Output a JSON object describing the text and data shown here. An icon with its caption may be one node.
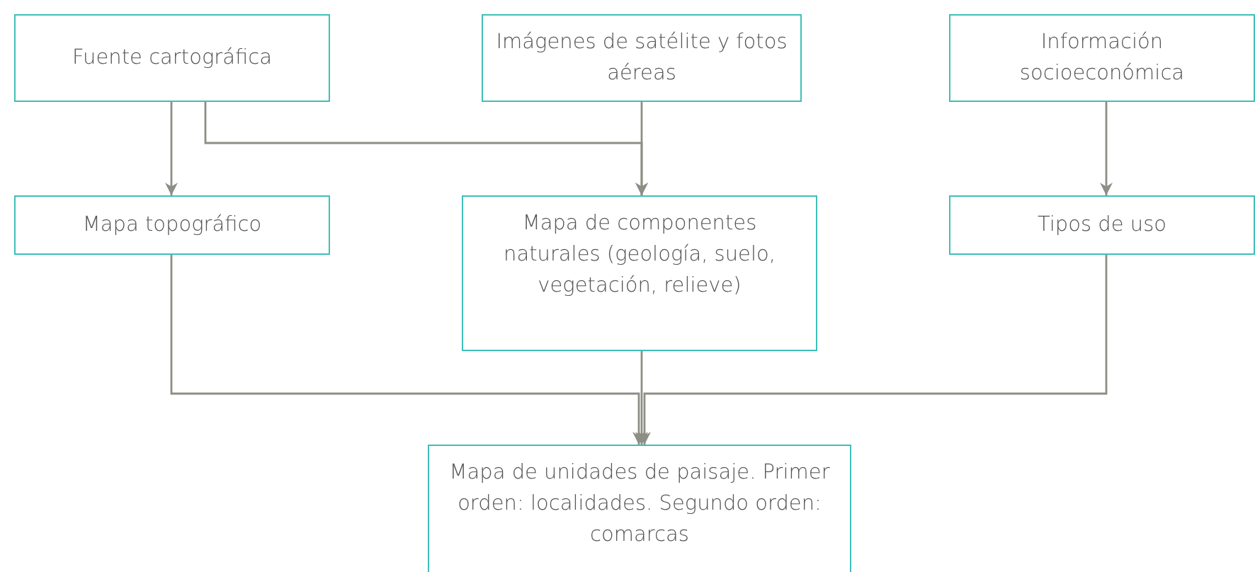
{
  "diagram": {
    "nodes": [
      {
        "text": [
          "Fuente cartográfica"
        ]
      },
      {
        "text": [
          "Imágenes de satélite y fotos aéreas"
        ]
      },
      {
        "text": [
          "Información socioeconómica"
        ]
      },
      {
        "text": [
          "Mapa topográfico"
        ]
      },
      {
        "text": [
          "Mapa de componentes naturales (geología, suelo, vegetación, relieve)"
        ]
      },
      {
        "text": [
          "Tipos de uso"
        ]
      },
      {
        "text": [
          "Mapa de unidades de paisaje. Primer orden: localidades. Segundo orden: comarcas"
        ]
      }
    ],
    "edges": [
      {
        "from": 0,
        "to": 3,
        "arrow": "to"
      },
      {
        "from": 0,
        "to": 4,
        "arrow": "to"
      },
      {
        "from": 1,
        "to": 4,
        "arrow": "to"
      },
      {
        "from": 2,
        "to": 5,
        "arrow": "to"
      },
      {
        "from": 3,
        "to": 6,
        "arrow": "to"
      },
      {
        "from": 4,
        "to": 6,
        "arrow": "to"
      },
      {
        "from": 5,
        "to": 6,
        "arrow": "to"
      }
    ]
  }
}
